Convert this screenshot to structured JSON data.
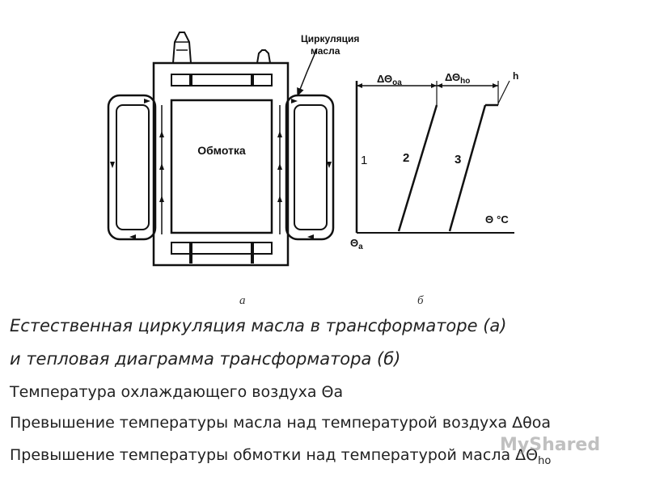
{
  "figure": {
    "left": {
      "circulation_label_line1": "Циркуляция",
      "circulation_label_line2": "масла",
      "winding_label": "Обмотка"
    },
    "right": {
      "delta_oa": "ΔΘ",
      "delta_oa_sub": "oa",
      "delta_ho": "ΔΘ",
      "delta_ho_sub": "ho",
      "h_label": "h",
      "line1_label": "1",
      "line2_label": "2",
      "line3_label": "3",
      "theta_a": "Θ",
      "theta_a_sub": "a",
      "theta_c": "Θ",
      "theta_c_unit": "°C"
    }
  },
  "sub_labels": {
    "a": "а",
    "b": "б"
  },
  "caption": {
    "line1": "Естественная циркуляция масла в трансформаторе (а)",
    "line2": "и тепловая диаграмма трансформатора (б)"
  },
  "notes": {
    "air_temp": "Температура охлаждающего воздуха Θa",
    "oil_rise": "Превышение температуры масла над температурой воздуха Δθoa",
    "winding_rise_prefix": "Превышение температуры обмотки над температурой масла ΔΘ",
    "winding_rise_sub": "ho"
  },
  "watermark": "MyShared"
}
